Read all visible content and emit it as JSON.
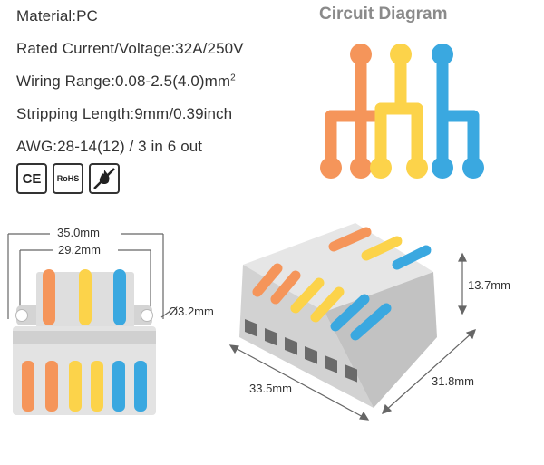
{
  "specs": {
    "material": "Material:PC",
    "rated": "Rated Current/Voltage:32A/250V",
    "wiring_prefix": "Wiring Range:0.08-2.5(4.0)mm",
    "wiring_sup": "2",
    "stripping": "Stripping Length:9mm/0.39inch",
    "awg": "AWG:28-14(12) / 3 in 6 out"
  },
  "circuit": {
    "title": "Circuit Diagram"
  },
  "badges": {
    "ce": "CE",
    "rohs": "RoHS"
  },
  "dimensions": {
    "width_outer": "35.0mm",
    "width_inner": "29.2mm",
    "hole": "Ø3.2mm",
    "height": "13.7mm",
    "length": "33.5mm",
    "depth": "31.8mm"
  },
  "colors": {
    "orange": "#f5955a",
    "yellow": "#fcd34a",
    "blue": "#3aa8e0",
    "gray": "#d9d9d9"
  }
}
